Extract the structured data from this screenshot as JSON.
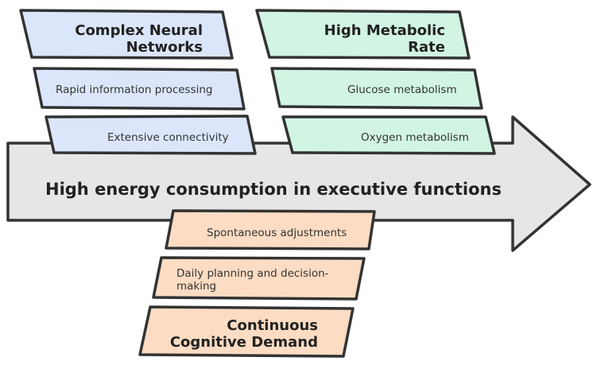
{
  "spine": {
    "label": "High energy consumption in executive functions"
  },
  "categories": [
    {
      "title_lines": [
        "Complex Neural",
        "Networks"
      ],
      "causes": [
        "Rapid information processing",
        "Extensive connectivity"
      ],
      "color": "#dbe6fb"
    },
    {
      "title_lines": [
        "High Metabolic",
        "Rate"
      ],
      "causes": [
        "Glucose metabolism",
        "Oxygen metabolism"
      ],
      "color": "#d2f5e3"
    },
    {
      "title_lines": [
        "Continuous",
        "Cognitive Demand"
      ],
      "causes": [
        "Spontaneous adjustments",
        "Daily planning and decision-making"
      ],
      "color": "#fcdcc3"
    }
  ],
  "colors": {
    "arrow_fill": "#e6e6e6",
    "stroke": "#333333"
  }
}
